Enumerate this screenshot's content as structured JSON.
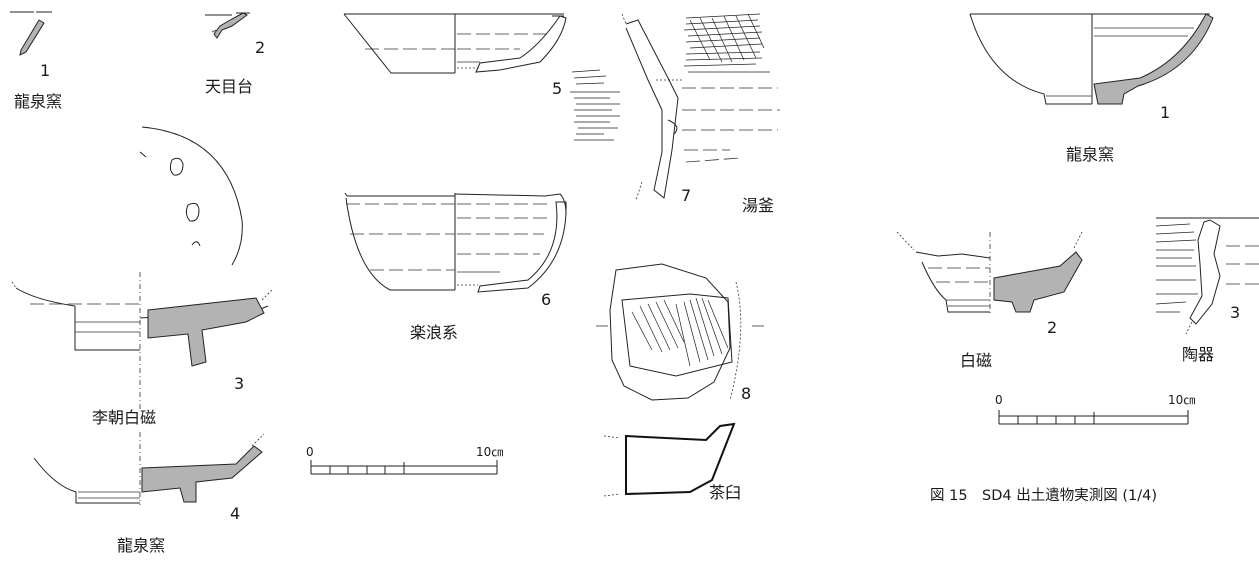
{
  "left_figure": {
    "items": [
      {
        "number": "1",
        "label": "龍泉窯"
      },
      {
        "number": "2",
        "label": "天目台"
      },
      {
        "number": "3",
        "label": "李朝白磁"
      },
      {
        "number": "4",
        "label": "龍泉窯"
      },
      {
        "number": "5",
        "label": ""
      },
      {
        "number": "6",
        "label": "楽浪系"
      },
      {
        "number": "7",
        "label": "湯釜"
      },
      {
        "number": "8",
        "label": "茶臼"
      }
    ],
    "scale": {
      "start": "0",
      "end": "10㎝"
    }
  },
  "right_figure": {
    "items": [
      {
        "number": "1",
        "label": "龍泉窯"
      },
      {
        "number": "2",
        "label": "白磁"
      },
      {
        "number": "3",
        "label": "陶器"
      }
    ],
    "scale": {
      "start": "0",
      "end": "10㎝"
    },
    "caption": "図 15　SD4 出土遺物実測図 (1/4)"
  },
  "colors": {
    "section_fill": "#b3b3b3",
    "line": "#222222"
  }
}
